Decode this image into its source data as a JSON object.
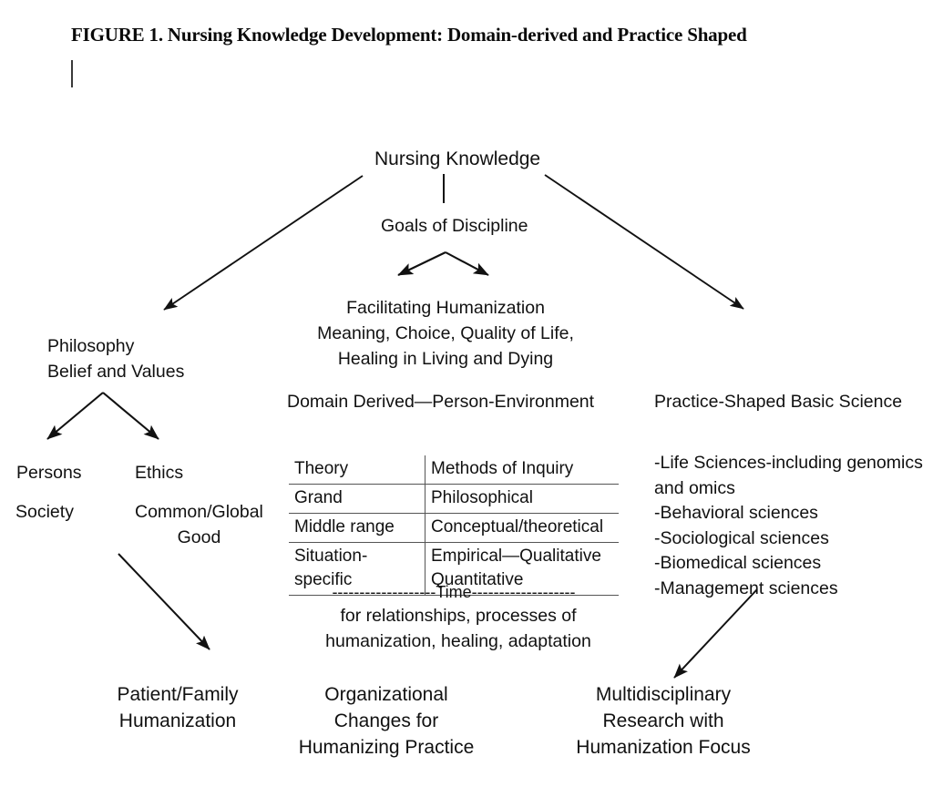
{
  "figure": {
    "title": "FIGURE 1. Nursing Knowledge Development: Domain-derived and Practice Shaped",
    "cursor_mark": "text-cursor"
  },
  "nodes": {
    "root": "Nursing Knowledge",
    "goals": "Goals of Discipline",
    "center_focus": {
      "line1": "Facilitating  Humanization",
      "line2": "Meaning, Choice, Quality  of Life,",
      "line3": "Healing  in Living  and Dying"
    },
    "philosophy": {
      "line1": "Philosophy",
      "line2": "Belief and Values"
    },
    "philosophy_children": {
      "persons": "Persons",
      "society": "Society",
      "ethics": "Ethics",
      "common_global": "Common/Global",
      "good": "Good"
    },
    "domain_header": "Domain Derived—Person-Environment",
    "practice_header": "Practice-Shaped Basic Science"
  },
  "theory_table": {
    "headers": [
      "Theory",
      "Methods of Inquiry"
    ],
    "rows": [
      [
        "Grand",
        "Philosophical"
      ],
      [
        "Middle range",
        "Conceptual/theoretical"
      ],
      [
        "Situation-\nspecific",
        "Empirical—Qualitative\nQuantitative"
      ]
    ],
    "rows_flat": {
      "r1c1": "Grand",
      "r1c2": "Philosophical",
      "r2c1": "Middle  range",
      "r2c2": "Conceptual/theoretical",
      "r3c1_line1": "Situation-",
      "r3c1_line2": "specific",
      "r3c2_line1": "Empirical—Qualitative",
      "r3c2_line2": "Quantitative"
    }
  },
  "time_band": {
    "label": "-------------------Time-------------------",
    "sub_line1": "for relationships,  processes of",
    "sub_line2": "humanization,  healing, adaptation"
  },
  "basic_sciences": [
    "-Life Sciences-including  genomics",
    "and omics",
    "-Behavioral  sciences",
    "-Sociological  sciences",
    "-Biomedical  sciences",
    "-Management sciences"
  ],
  "outcomes": {
    "left": {
      "line1": "Patient/Family",
      "line2": "Humanization"
    },
    "center": {
      "line1": "Organizational",
      "line2": "Changes for",
      "line3": "Humanizing Practice"
    },
    "right": {
      "line1": "Multidisciplinary",
      "line2": "Research with",
      "line3": "Humanization Focus"
    }
  },
  "connectors": [
    {
      "name": "root-to-goals",
      "type": "line"
    },
    {
      "name": "root-to-philosophy",
      "type": "arrow"
    },
    {
      "name": "root-to-practice-science",
      "type": "arrow"
    },
    {
      "name": "goals-to-focus-left",
      "type": "arrow"
    },
    {
      "name": "goals-to-focus-right",
      "type": "arrow"
    },
    {
      "name": "philosophy-to-persons",
      "type": "arrow"
    },
    {
      "name": "philosophy-to-ethics",
      "type": "arrow"
    },
    {
      "name": "philosophy-to-patient-family",
      "type": "arrow"
    },
    {
      "name": "sciences-to-multidisciplinary",
      "type": "arrow"
    }
  ],
  "colors": {
    "background": "#ffffff",
    "ink": "#111111",
    "rule": "#555555"
  }
}
